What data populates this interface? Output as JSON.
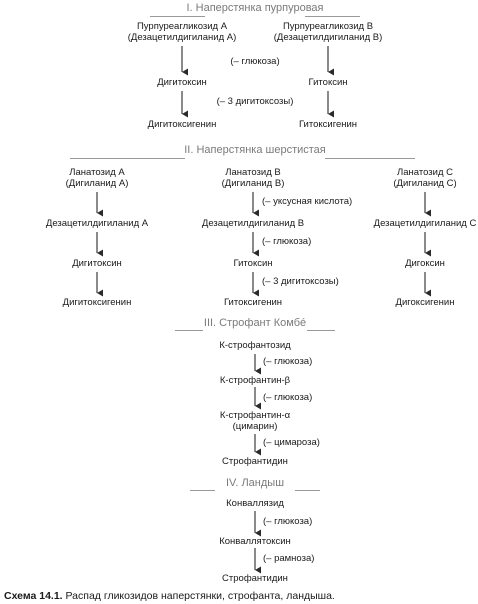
{
  "sections": [
    {
      "title": "I. Наперстянка пурпуровая",
      "left": {
        "top": [
          "Пурпуреагликозид А",
          "(Дезацетилдигиланид А)"
        ],
        "mid": "Дигитоксин",
        "bottom": "Дигитоксигенин"
      },
      "right": {
        "top": [
          "Пурпуреагликозид В",
          "(Дезацетилдигиланид В)"
        ],
        "mid": "Гитоксин",
        "bottom": "Гитоксигенин"
      },
      "step1": "(– глюкоза)",
      "step2": "(– 3 дигитоксозы)"
    },
    {
      "title": "II. Наперстянка шерстистая",
      "columns": [
        {
          "top": [
            "Ланатозид А",
            "(Дигиланид А)"
          ],
          "n1": "Дезацетилдигиланид А",
          "n2": "Дигитоксин",
          "n3": "Дигитоксигенин"
        },
        {
          "top": [
            "Ланатозид В",
            "(Дигиланид В)"
          ],
          "n1": "Дезацетилдигиланид В",
          "n2": "Гитоксин",
          "n3": "Гитоксигенин"
        },
        {
          "top": [
            "Ланатозид С",
            "(Дигиланид С)"
          ],
          "n1": "Дезацетилдигиланид С",
          "n2": "Дигоксин",
          "n3": "Дигоксигенин"
        }
      ],
      "step1": "(– уксусная кислота)",
      "step2": "(– глюкоза)",
      "step3": "(– 3 дигитоксозы)"
    },
    {
      "title": "III. Строфант Комбé",
      "nodes": [
        "К-строфантозид",
        "К-строфантин-β",
        "К-строфантин-α",
        "(цимарин)",
        "Строфантидин"
      ],
      "steps": [
        "(– глюкоза)",
        "(– глюкоза)",
        "(– цимароза)"
      ]
    },
    {
      "title": "IV. Ландыш",
      "nodes": [
        "Конваллязид",
        "Конваллятоксин",
        "Строфантидин"
      ],
      "steps": [
        "(– глюкоза)",
        "(– рамноза)"
      ]
    }
  ],
  "caption": {
    "label": "Схема 14.1.",
    "text": " Распад гликозидов наперстянки, строфанта, ландыша."
  }
}
